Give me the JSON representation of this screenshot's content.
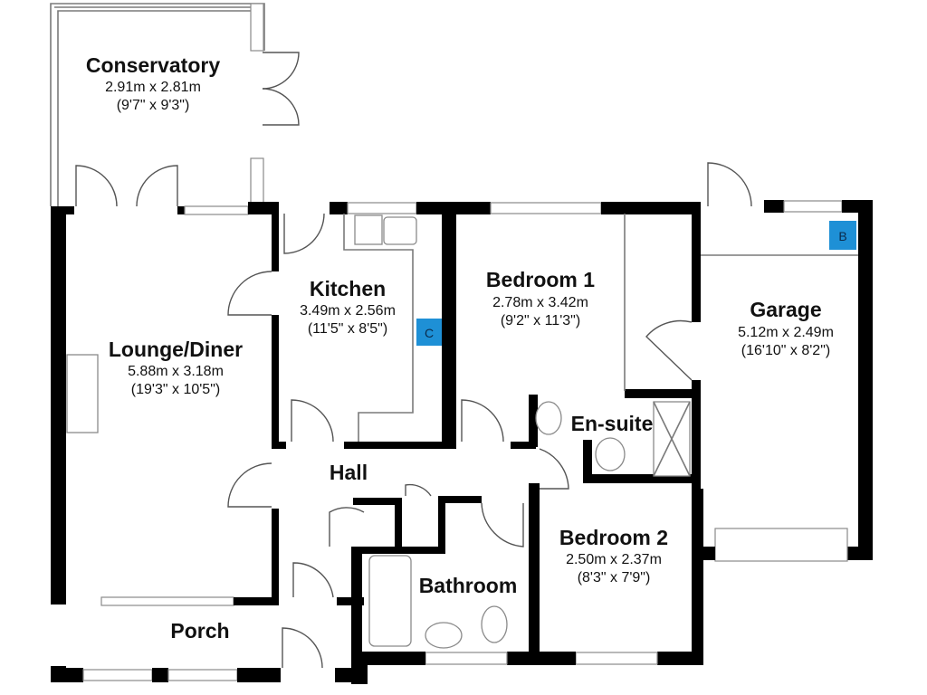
{
  "rooms": {
    "conservatory": {
      "name": "Conservatory",
      "metric": "2.91m x 2.81m",
      "imperial": "(9'7\" x 9'3\")"
    },
    "lounge": {
      "name": "Lounge/Diner",
      "metric": "5.88m x 3.18m",
      "imperial": "(19'3\" x 10'5\")"
    },
    "kitchen": {
      "name": "Kitchen",
      "metric": "3.49m x 2.56m",
      "imperial": "(11'5\" x 8'5\")"
    },
    "bedroom1": {
      "name": "Bedroom 1",
      "metric": "2.78m x 3.42m",
      "imperial": "(9'2\" x 11'3\")"
    },
    "garage": {
      "name": "Garage",
      "metric": "5.12m x 2.49m",
      "imperial": "(16'10\" x 8'2\")"
    },
    "ensuite": {
      "name": "En-suite"
    },
    "hall": {
      "name": "Hall"
    },
    "bedroom2": {
      "name": "Bedroom 2",
      "metric": "2.50m x 2.37m",
      "imperial": "(8'3\" x 7'9\")"
    },
    "bathroom": {
      "name": "Bathroom"
    },
    "porch": {
      "name": "Porch"
    }
  },
  "markers": {
    "cylinder": {
      "label": "C",
      "color": "#1e90d6"
    },
    "boiler": {
      "label": "B",
      "color": "#1e90d6"
    }
  }
}
